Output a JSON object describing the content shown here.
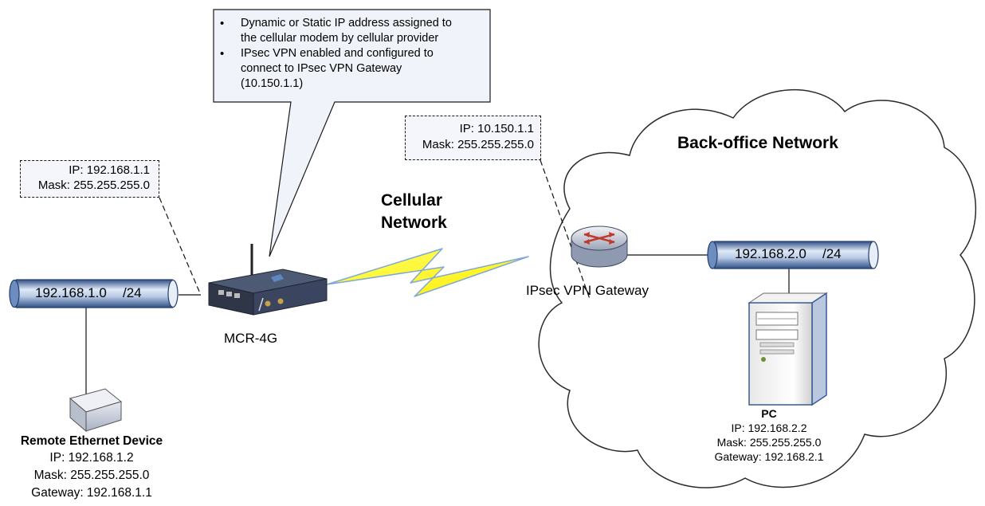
{
  "callout": {
    "bullets": [
      "Dynamic or Static IP address assigned to the cellular modem by cellular provider",
      "IPsec VPN enabled and configured to connect to IPsec VPN Gateway (10.150.1.1)"
    ],
    "lines": [
      [
        "Dynamic or Static IP address assigned to",
        "the cellular modem by cellular provider"
      ],
      [
        "IPsec VPN enabled and configured to",
        "connect to IPsec VPN Gateway",
        "(10.150.1.1)"
      ]
    ]
  },
  "mcr_box": {
    "ip": "IP: 192.168.1.1",
    "mask": "Mask: 255.255.255.0"
  },
  "gateway_box": {
    "ip": "IP: 10.150.1.1",
    "mask": "Mask: 255.255.255.0"
  },
  "cellular": {
    "line1": "Cellular",
    "line2": "Network"
  },
  "back_office": {
    "title": "Back-office Network"
  },
  "subnet_left": {
    "network": "192.168.1.0",
    "prefix": "/24"
  },
  "subnet_right": {
    "network": "192.168.2.0",
    "prefix": "/24"
  },
  "mcr": {
    "label": "MCR-4G"
  },
  "gateway": {
    "label": "IPsec VPN Gateway"
  },
  "remote_device": {
    "name": "Remote Ethernet Device",
    "ip": "IP: 192.168.1.2",
    "mask": "Mask: 255.255.255.0",
    "gateway": "Gateway: 192.168.1.1"
  },
  "pc": {
    "name": "PC",
    "ip": "IP: 192.168.2.2",
    "mask": "Mask: 255.255.255.0",
    "gateway": "Gateway: 192.168.2.1"
  },
  "colors": {
    "pipe_dark": "#4a6ea8",
    "pipe_light": "#dbe6f5",
    "callout_fill": "#f1f3fa",
    "bolt_yellow": "#ffff00",
    "bolt_blue": "#7fa8d8",
    "router_red": "#c0392b"
  }
}
